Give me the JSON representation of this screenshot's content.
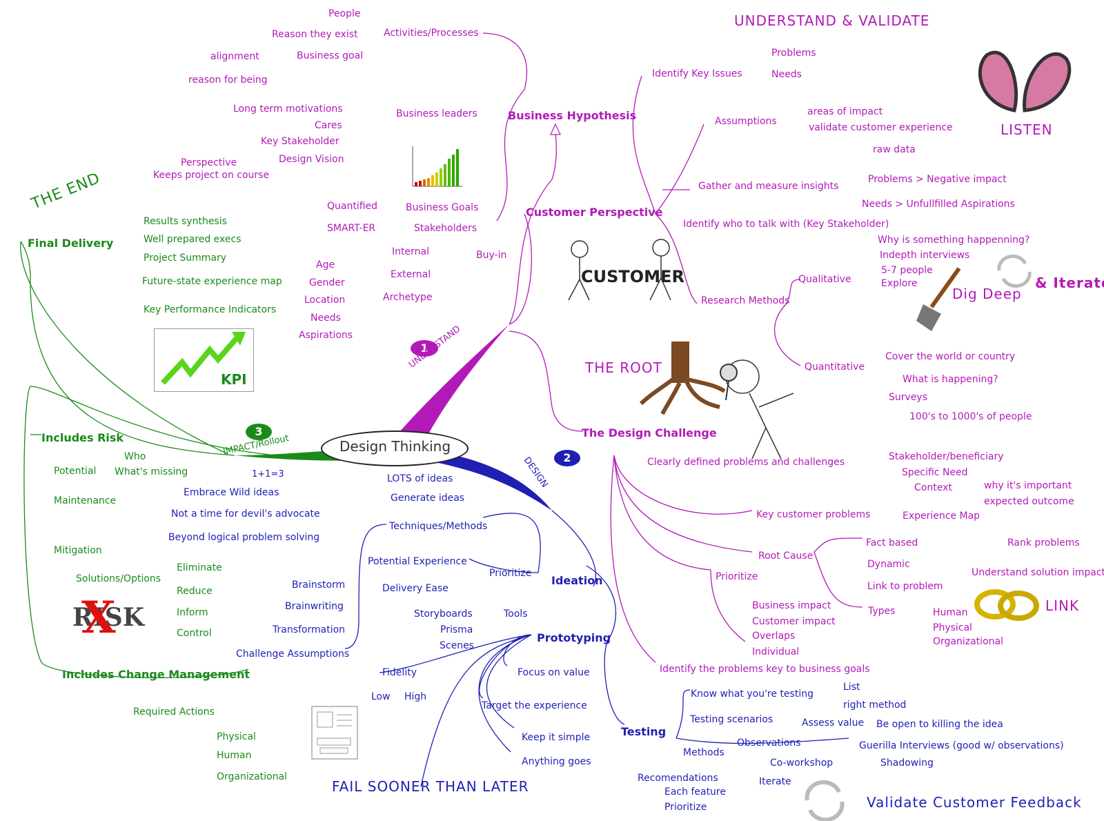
{
  "center": {
    "label": "Design Thinking"
  },
  "colors": {
    "understand": "#b21ab8",
    "design": "#1f1fb4",
    "impact": "#1a8a1a",
    "accent": "#d4b400"
  },
  "branches": {
    "understand": {
      "number": "1",
      "label": "UNDERSTAND"
    },
    "design": {
      "number": "2",
      "label": "DESIGN"
    },
    "impact": {
      "number": "3",
      "label": "IMPACT/Rollout"
    }
  },
  "headlines": {
    "understand_validate": "UNDERSTAND & VALIDATE",
    "listen": "LISTEN",
    "the_end": "THE END",
    "the_root": "THE ROOT",
    "dig_deep": "Dig Deep",
    "iterate": "& Iterate",
    "link": "LINK",
    "fail": "FAIL SOONER THAN LATER",
    "validate": "Validate Customer Feedback",
    "customer": "CUSTOMER",
    "kpi": "KPI",
    "risk": "RISK",
    "risk_x": "X"
  },
  "business_hypothesis": {
    "title": "Business Hypothesis",
    "activities": "Activities/Processes",
    "people": "People",
    "reason_exist": "Reason they exist",
    "business_goal": "Business goal",
    "alignment": "alignment",
    "reason_being": "reason for being",
    "business_leaders": "Business leaders",
    "long_term": "Long term motivations",
    "cares": "Cares",
    "key_stakeholder": "Key Stakeholder",
    "design_vision": "Design Vision",
    "perspective": "Perspective",
    "keeps_course": "Keeps project on course",
    "business_goals": "Business Goals",
    "quantified": "Quantified",
    "smart_er": "SMART-ER",
    "stakeholders": "Stakeholders",
    "internal": "Internal",
    "external": "External",
    "buy_in": "Buy-in",
    "archetype": "Archetype",
    "age": "Age",
    "gender": "Gender",
    "location": "Location",
    "needs": "Needs",
    "aspirations": "Aspirations"
  },
  "customer_perspective": {
    "title": "Customer Perspective",
    "identify_key_issues": "Identify Key Issues",
    "problems": "Problems",
    "needs": "Needs",
    "assumptions": "Assumptions",
    "areas_impact": "areas of impact",
    "validate_cx": "validate customer experience",
    "gather": "Gather and measure insights",
    "raw_data": "raw data",
    "problems_neg": "Problems > Negative impact",
    "needs_unful": "Needs > Unfullfilled Aspirations",
    "identify_who": "Identify who to talk with (Key Stakeholder)",
    "research_methods": "Research Methods",
    "qualitative": "Qualitative",
    "why": "Why is something happenning?",
    "indepth": "Indepth interviews",
    "five_seven": "5-7 people",
    "explore": "Explore",
    "quantitative": "Quantitative",
    "cover_world": "Cover the world or country",
    "what_happening": "What is happening?",
    "surveys": "Surveys",
    "hundreds": "100's to 1000's of people"
  },
  "design_challenge": {
    "title": "The Design Challenge",
    "clearly_defined": "Clearly defined problems and challenges",
    "stakeholder_beneficiary": "Stakeholder/beneficiary",
    "specific_need": "Specific Need",
    "context": "Context",
    "why_important": "why it's important",
    "expected_outcome": "expected outcome",
    "key_customer_problems": "Key customer problems",
    "experience_map": "Experience Map",
    "rank_problems": "Rank problems",
    "root_cause": "Root Cause",
    "fact_based": "Fact based",
    "dynamic": "Dynamic",
    "link_problem": "Link to problem",
    "understand_solution": "Understand solution impact",
    "types": "Types",
    "human": "Human",
    "physical": "Physical",
    "organizational": "Organizational",
    "prioritize": "Prioritize",
    "business_impact": "Business impact",
    "customer_impact": "Customer impact",
    "overlaps": "Overlaps",
    "individual": "Individual",
    "identify_problems_goals": "Identify the problems key to business goals"
  },
  "ideation": {
    "title": "Ideation",
    "lots": "LOTS of ideas",
    "generate": "Generate ideas",
    "one_one_three": "1+1=3",
    "embrace": "Embrace Wild ideas",
    "not_devil": "Not a time for devil's advocate",
    "beyond": "Beyond logical problem solving",
    "techniques": "Techniques/Methods",
    "potential_experience": "Potential Experience",
    "delivery_ease": "Delivery Ease",
    "prioritize": "Prioritize",
    "brainstorm": "Brainstorm",
    "brainwriting": "Brainwriting",
    "transformation": "Transformation",
    "challenge": "Challenge Assumptions"
  },
  "prototyping": {
    "title": "Prototyping",
    "tools": "Tools",
    "storyboards": "Storyboards",
    "prisma": "Prisma",
    "scenes": "Scenes",
    "fidelity": "Fidelity",
    "low": "Low",
    "high": "High",
    "focus_value": "Focus on value",
    "target": "Target the experience",
    "keep_simple": "Keep it simple",
    "anything": "Anything goes"
  },
  "testing": {
    "title": "Testing",
    "know": "Know what you're testing",
    "list": "List",
    "right_method": "right method",
    "scenarios": "Testing scenarios",
    "assess": "Assess value",
    "open_kill": "Be open to killing the idea",
    "methods": "Methods",
    "observations": "Observations",
    "co_workshop": "Co-workshop",
    "guerilla": "Guerilla Interviews (good w/ observations)",
    "shadowing": "Shadowing",
    "iterate": "Iterate",
    "recommendations": "Recomendations",
    "each_feature": "Each feature",
    "prioritize": "Prioritize"
  },
  "impact": {
    "final_delivery": "Final Delivery",
    "results": "Results synthesis",
    "execs": "Well prepared execs",
    "summary": "Project Summary",
    "future_map": "Future-state experience map",
    "kpis": "Key Performance Indicators",
    "includes_risk": "Includes Risk",
    "potential": "Potential",
    "who": "Who",
    "missing": "What's missing",
    "maintenance": "Maintenance",
    "mitigation": "Mitigation",
    "solutions": "Solutions/Options",
    "eliminate": "Eliminate",
    "reduce": "Reduce",
    "inform": "Inform",
    "control": "Control",
    "change_mgmt": "Includes Change Management",
    "required": "Required Actions",
    "physical": "Physical",
    "human": "Human",
    "organizational": "Organizational"
  }
}
